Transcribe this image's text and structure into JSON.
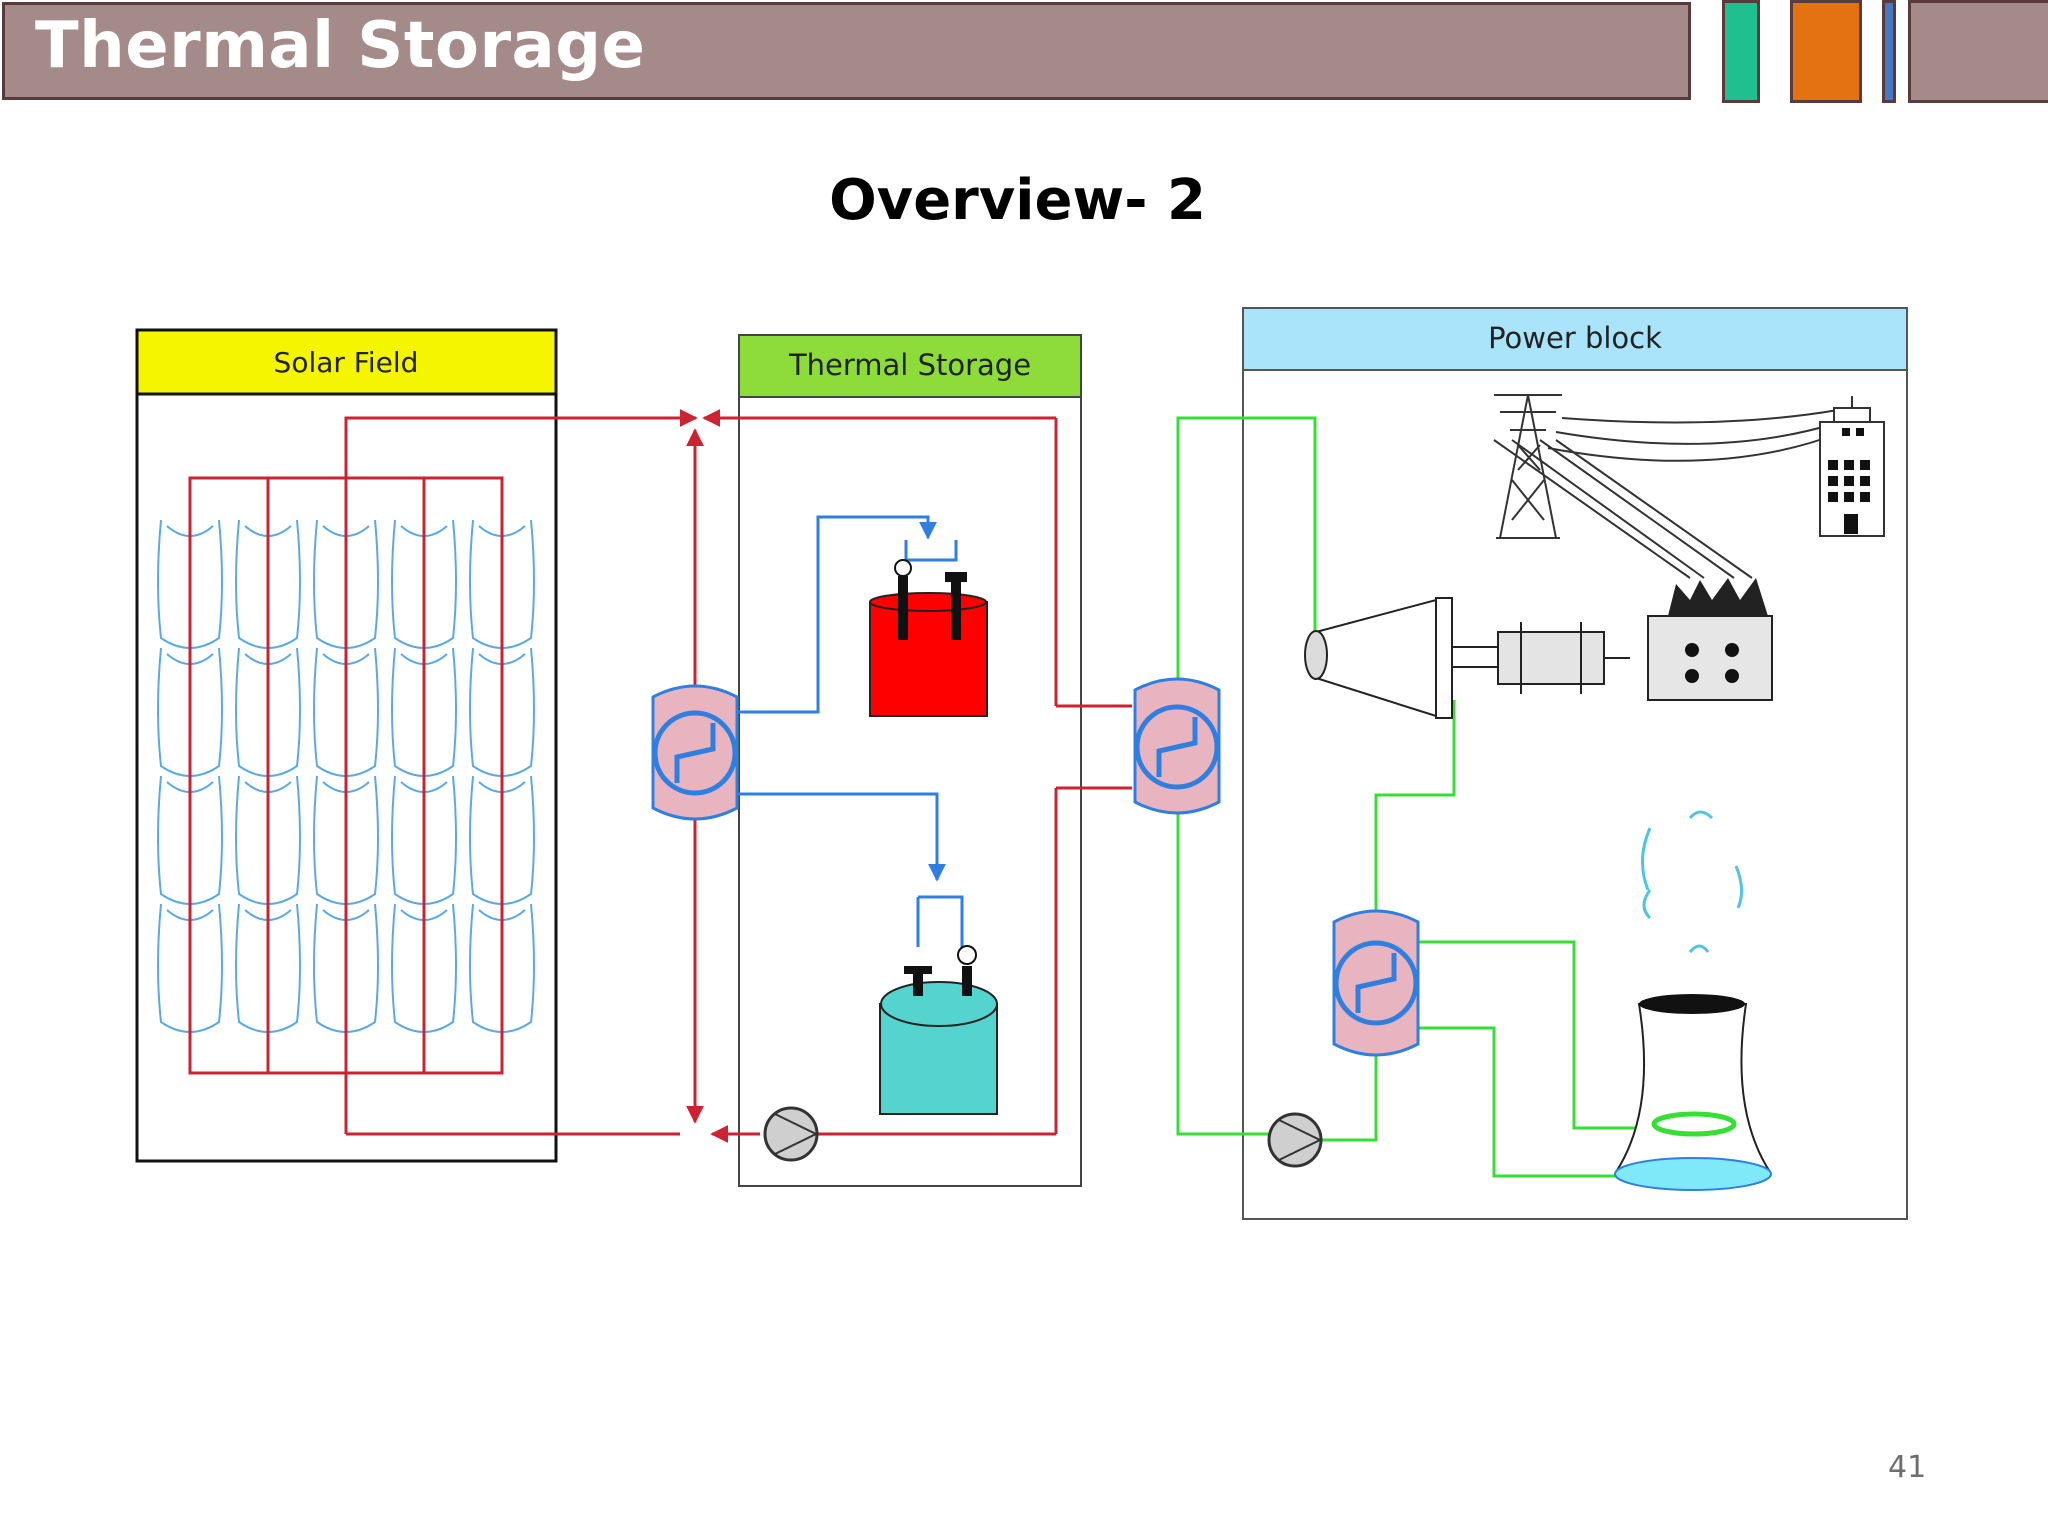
{
  "header": {
    "title": "Thermal Storage",
    "bar_color": "#a48a88",
    "accent_colors": [
      "#1fbf8f",
      "#e47211",
      "#4a78c0",
      "#a48a88"
    ]
  },
  "subtitle": "Overview- 2",
  "diagram": {
    "solar_field": {
      "label": "Solar Field",
      "header_color": "#f5f500"
    },
    "thermal_storage": {
      "label": "Thermal Storage",
      "header_color": "#8ddc3a"
    },
    "power_block": {
      "label": "Power block",
      "header_color": "#a9e4fb"
    },
    "colors": {
      "htf_loop": "#cc2232",
      "storage_loop": "#2f7fe0",
      "water_steam_loop": "#33e033",
      "hot_tank": "#ff0000",
      "cold_tank": "#55d4cf",
      "heat_exchanger": "#e8b4c0"
    }
  },
  "footer": {
    "page_number": "41"
  }
}
